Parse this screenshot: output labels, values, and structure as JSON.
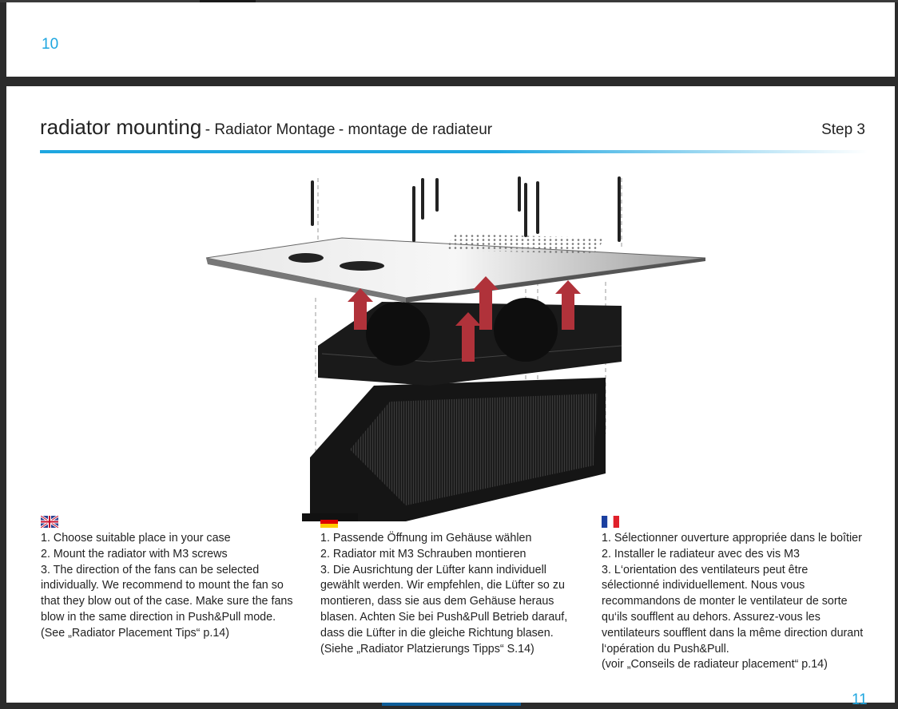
{
  "pages": {
    "left_number": "10",
    "right_number": "11"
  },
  "header": {
    "title_main": "radiator mounting",
    "title_de": "- Radiator Montage",
    "title_fr": "- montage de radiateur",
    "step": "Step 3"
  },
  "instructions": {
    "en": {
      "flag": "uk-flag-icon",
      "lines": [
        "1. Choose suitable place in your case",
        "2. Mount the radiator with M3 screws",
        "3. The direction of the fans can be selected individually. We recommend to mount the fan so that they blow out of the case. Make sure the fans blow in the same direction in Push&Pull mode.",
        "(See „Radiator Placement Tips“ p.14)"
      ]
    },
    "de": {
      "flag": "german-flag-icon",
      "lines": [
        "1. Passende Öffnung im Gehäuse wählen",
        "2. Radiator mit M3 Schrauben montieren",
        "3. Die Ausrichtung der Lüfter kann individuell gewählt werden. Wir empfehlen, die Lüfter so zu montieren, dass sie aus dem Gehäuse heraus blasen. Achten Sie bei Push&Pull Betrieb darauf, dass die Lüfter in die gleiche Richtung blasen.",
        "(Siehe „Radiator Platzierungs Tipps“ S.14)"
      ]
    },
    "fr": {
      "flag": "french-flag-icon",
      "lines": [
        "1. Sélectionner ouverture appropriée dans le boîtier",
        "2. Installer le radiateur avec des vis M3",
        "3. L‘orientation des ventilateurs peut être sélectionné individuellement. Nous vous recommandons de monter le ventilateur de sorte qu‘ils soufflent au dehors.  Assurez-vous les ventilateurs soufflent dans la même direction durant l‘opération du Push&Pull.",
        "(voir „Conseils de radiateur placement“ p.14)"
      ]
    }
  },
  "colors": {
    "accent": "#1ea6e0",
    "arrow": "#b0323a"
  }
}
